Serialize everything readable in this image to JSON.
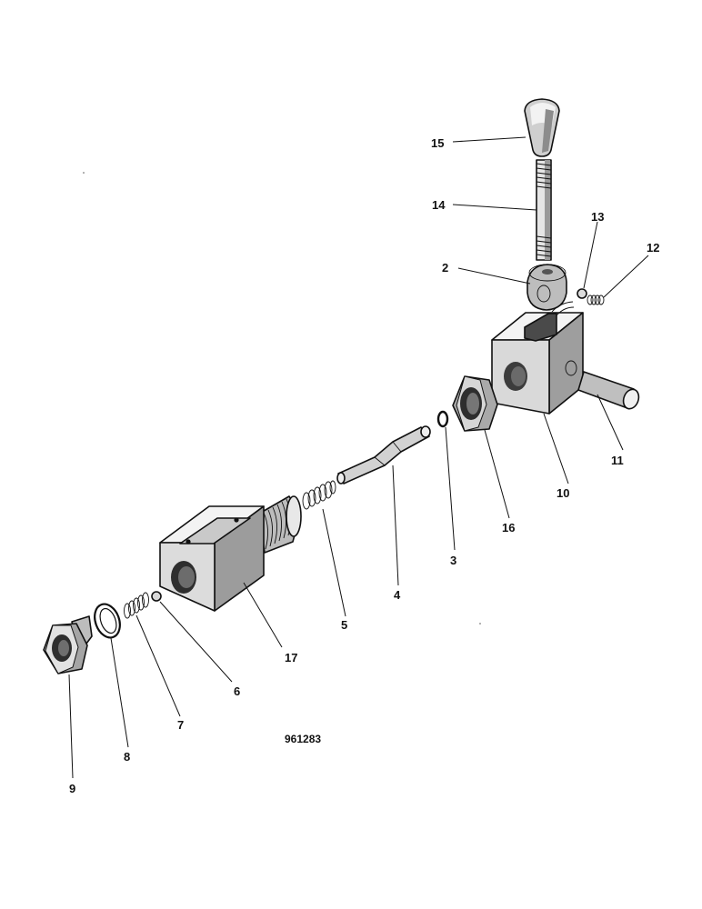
{
  "drawing_ref": "961283",
  "callouts": [
    "2",
    "3",
    "4",
    "5",
    "6",
    "7",
    "8",
    "9",
    "10",
    "11",
    "12",
    "13",
    "14",
    "15",
    "16",
    "17"
  ]
}
